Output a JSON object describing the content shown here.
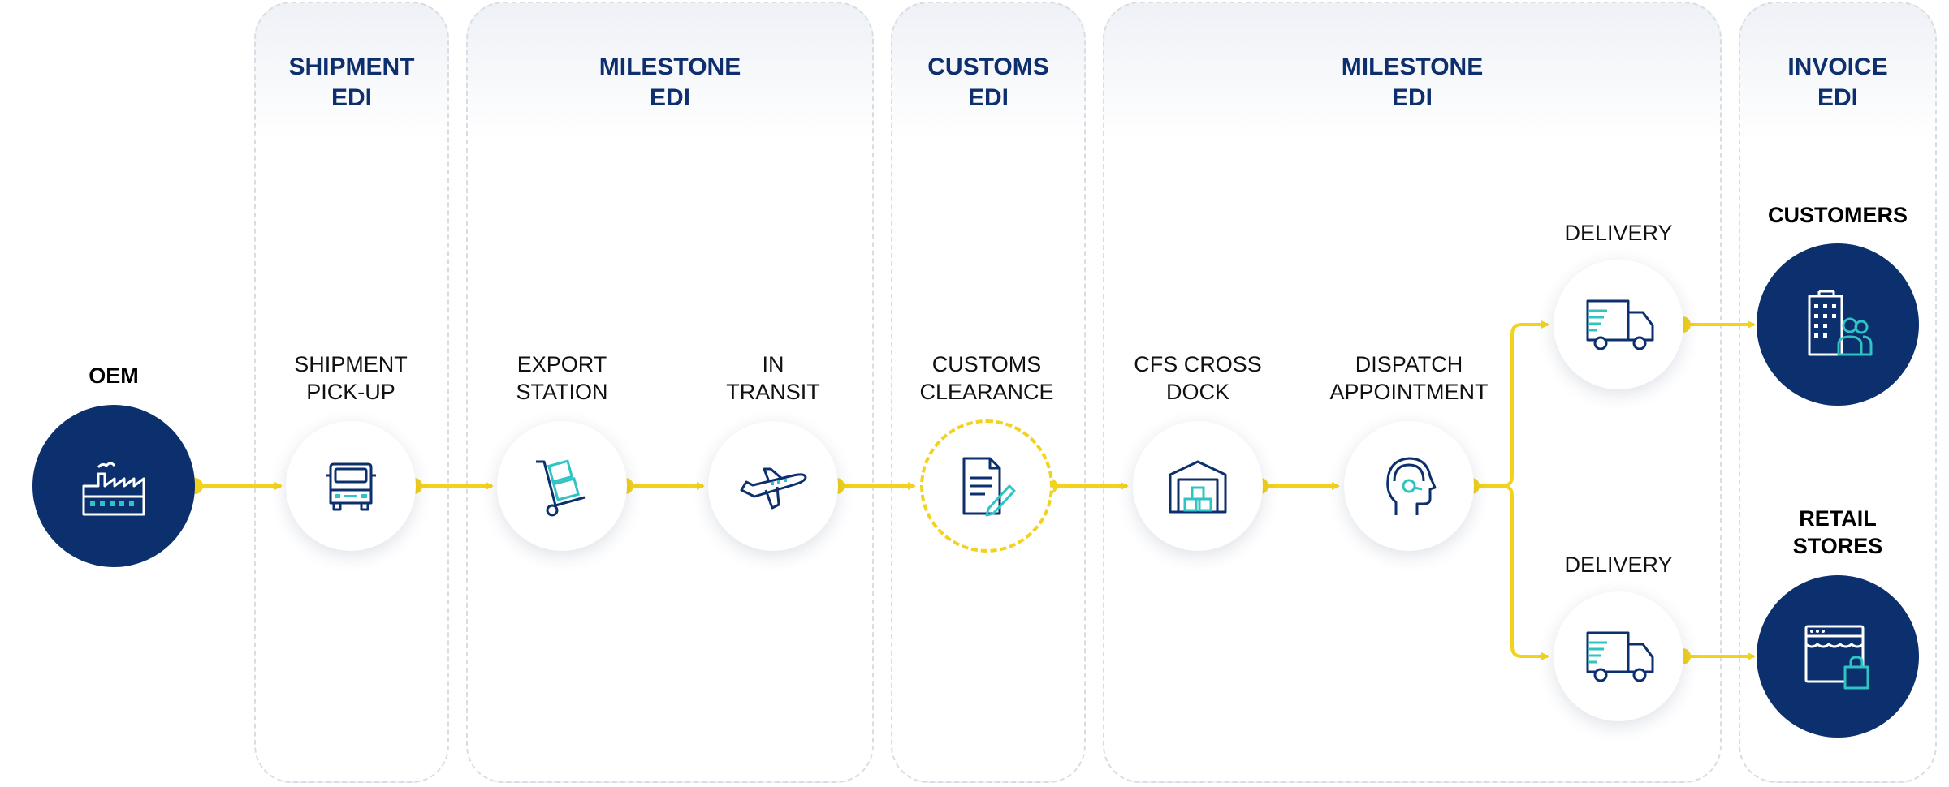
{
  "columns": [
    {
      "id": "shipment-edi",
      "line1": "SHIPMENT",
      "line2": "EDI"
    },
    {
      "id": "milestone-edi-1",
      "line1": "MILESTONE",
      "line2": "EDI"
    },
    {
      "id": "customs-edi",
      "line1": "CUSTOMS",
      "line2": "EDI"
    },
    {
      "id": "milestone-edi-2",
      "line1": "MILESTONE",
      "line2": "EDI"
    },
    {
      "id": "invoice-edi",
      "line1": "INVOICE",
      "line2": "EDI"
    }
  ],
  "nodes": {
    "oem": {
      "label": "OEM",
      "icon": "factory-icon"
    },
    "pickup": {
      "line1": "SHIPMENT",
      "line2": "PICK-UP",
      "icon": "truck-front-icon"
    },
    "export": {
      "line1": "EXPORT",
      "line2": "STATION",
      "icon": "hand-truck-icon"
    },
    "transit": {
      "line1": "IN",
      "line2": "TRANSIT",
      "icon": "airplane-icon"
    },
    "customs": {
      "line1": "CUSTOMS",
      "line2": "CLEARANCE",
      "icon": "document-pen-icon"
    },
    "cfs": {
      "line1": "CFS CROSS",
      "line2": "DOCK",
      "icon": "warehouse-icon"
    },
    "dispatch": {
      "line1": "DISPATCH",
      "line2": "APPOINTMENT",
      "icon": "headset-agent-icon"
    },
    "delivery_top": {
      "label": "DELIVERY",
      "icon": "delivery-truck-icon"
    },
    "delivery_bottom": {
      "label": "DELIVERY",
      "icon": "delivery-truck-icon"
    },
    "customers": {
      "label": "CUSTOMERS",
      "icon": "office-building-people-icon"
    },
    "retail": {
      "line1": "RETAIL",
      "line2": "STORES",
      "icon": "storefront-bag-icon"
    }
  },
  "colors": {
    "navy": "#0c2f6e",
    "accent_yellow": "#f2d21c",
    "teal": "#2fc3c3",
    "column_border": "#d9dde3"
  }
}
